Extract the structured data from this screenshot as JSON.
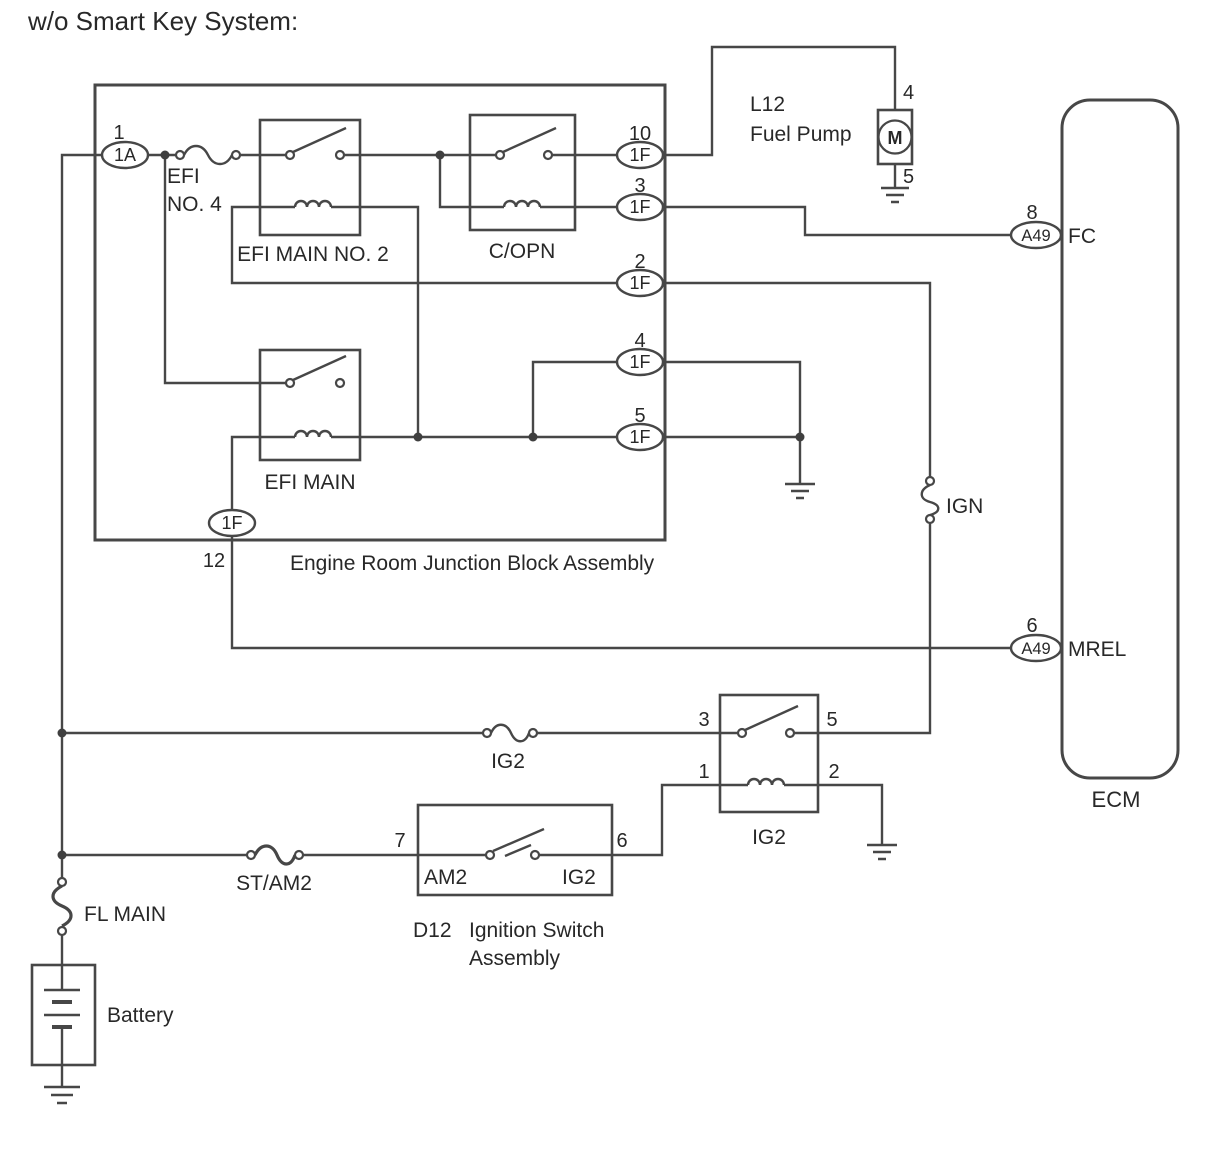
{
  "title": "w/o Smart Key System:",
  "junction_block": {
    "label": "Engine Room Junction Block Assembly",
    "connector_1a": {
      "pin": "1",
      "code": "1A"
    },
    "fuse_efi_no4": {
      "line1": "EFI",
      "line2": "NO. 4"
    },
    "relay_efi_main_no2": {
      "label": "EFI MAIN NO. 2"
    },
    "relay_c_opn": {
      "label": "C/OPN"
    },
    "relay_efi_main": {
      "label": "EFI MAIN"
    },
    "pins_1f": {
      "p10": {
        "pin": "10",
        "code": "1F"
      },
      "p3": {
        "pin": "3",
        "code": "1F"
      },
      "p2": {
        "pin": "2",
        "code": "1F"
      },
      "p4": {
        "pin": "4",
        "code": "1F"
      },
      "p5": {
        "pin": "5",
        "code": "1F"
      },
      "p12": {
        "pin": "12",
        "code": "1F"
      }
    }
  },
  "fuel_pump": {
    "code": "L12",
    "name": "Fuel Pump",
    "motor_letter": "M",
    "pin_top": "4",
    "pin_bottom": "5"
  },
  "ecm": {
    "label": "ECM",
    "fc": {
      "pin": "8",
      "connector": "A49",
      "terminal": "FC"
    },
    "mrel": {
      "pin": "6",
      "connector": "A49",
      "terminal": "MREL"
    }
  },
  "fuse_ign": {
    "label": "IGN"
  },
  "fuse_ig2": {
    "label": "IG2"
  },
  "relay_ig2": {
    "label": "IG2",
    "pin_3": "3",
    "pin_5": "5",
    "pin_1": "1",
    "pin_2": "2"
  },
  "ignition_switch": {
    "code": "D12",
    "name_line1": "Ignition Switch",
    "name_line2": "Assembly",
    "pin_7": "7",
    "pin_6": "6",
    "terminal_am2": "AM2",
    "terminal_ig2": "IG2"
  },
  "fusible_link_st_am2": {
    "label": "ST/AM2"
  },
  "fusible_link_fl_main": {
    "label": "FL MAIN"
  },
  "battery": {
    "label": "Battery"
  }
}
